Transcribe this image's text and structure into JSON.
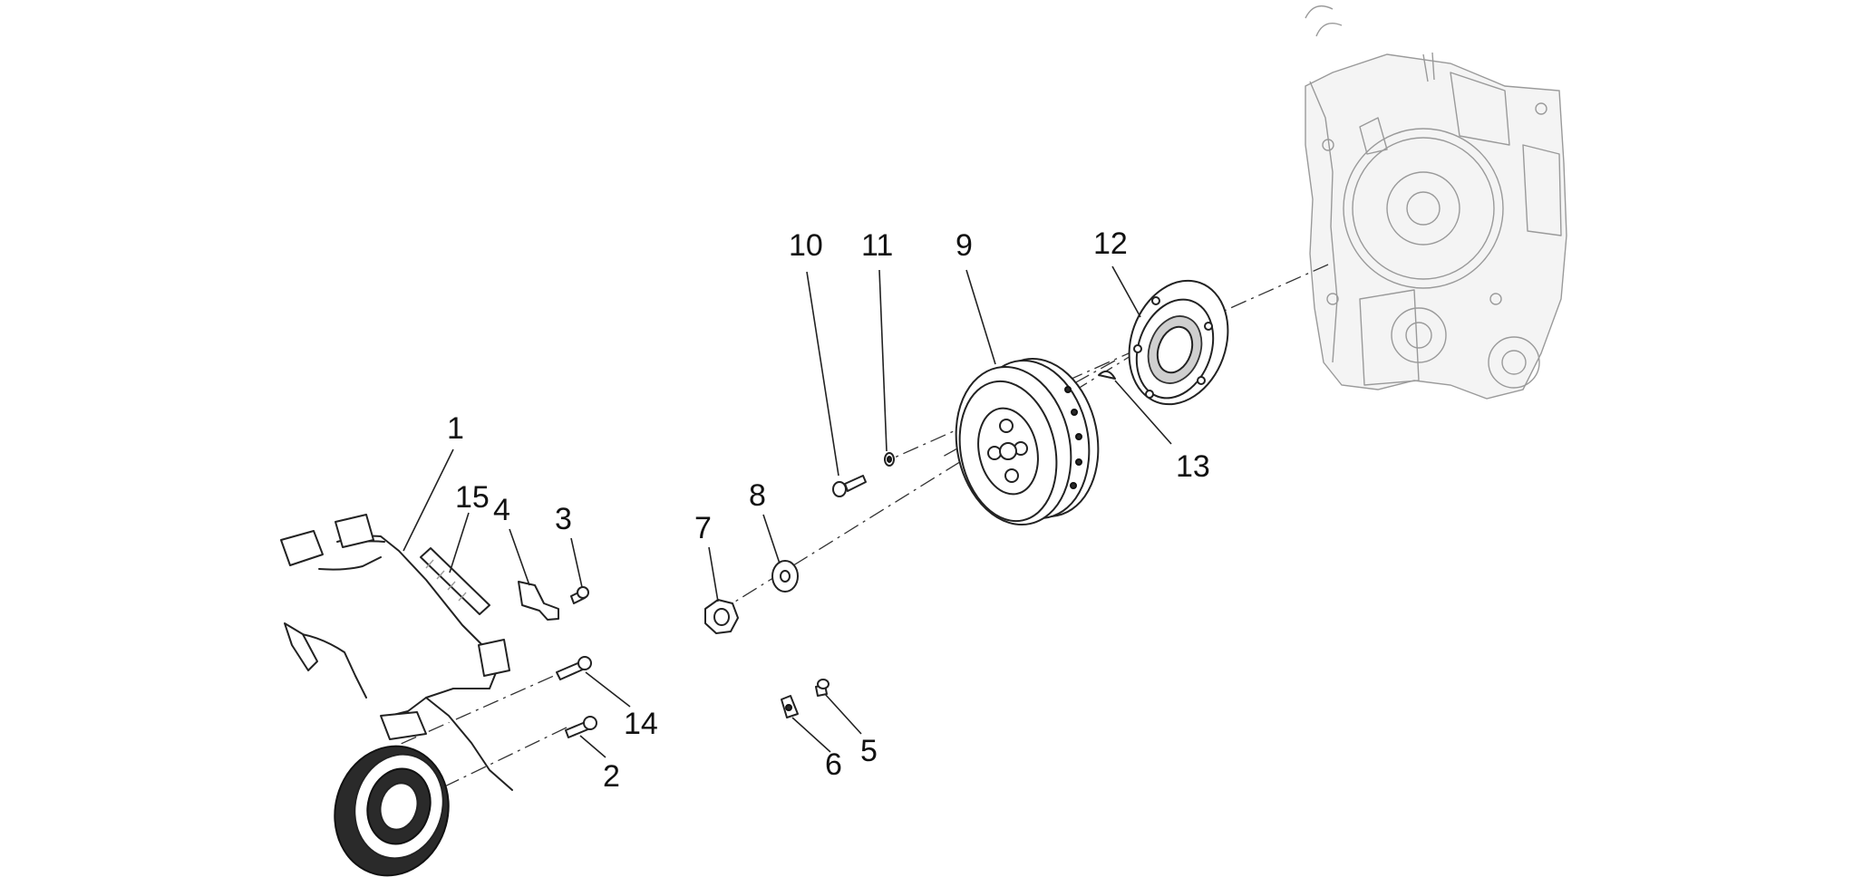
{
  "callouts": [
    {
      "id": "1",
      "label": "1"
    },
    {
      "id": "2",
      "label": "2"
    },
    {
      "id": "3",
      "label": "3"
    },
    {
      "id": "4",
      "label": "4"
    },
    {
      "id": "5",
      "label": "5"
    },
    {
      "id": "6",
      "label": "6"
    },
    {
      "id": "7",
      "label": "7"
    },
    {
      "id": "8",
      "label": "8"
    },
    {
      "id": "9",
      "label": "9"
    },
    {
      "id": "10",
      "label": "10"
    },
    {
      "id": "11",
      "label": "11"
    },
    {
      "id": "12",
      "label": "12"
    },
    {
      "id": "13",
      "label": "13"
    },
    {
      "id": "14",
      "label": "14"
    },
    {
      "id": "15",
      "label": "15"
    }
  ],
  "colors": {
    "background": "#ffffff",
    "line": "#222222",
    "ghost": "#9a9a9a"
  }
}
